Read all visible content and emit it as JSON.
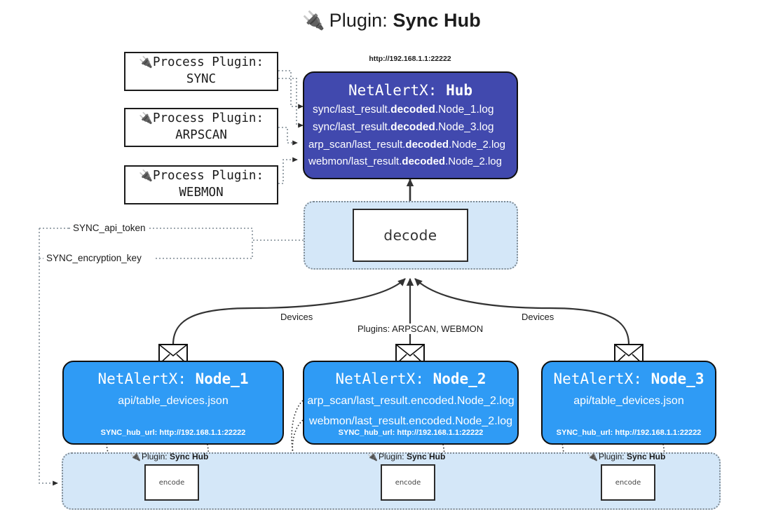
{
  "title": {
    "icon": "plug-icon",
    "prefix": "Plugin: ",
    "name": "Sync Hub"
  },
  "process_plugins": [
    {
      "icon": "plug-icon",
      "label": "Process Plugin:",
      "name": "SYNC"
    },
    {
      "icon": "plug-icon",
      "label": "Process Plugin:",
      "name": "ARPSCAN"
    },
    {
      "icon": "plug-icon",
      "label": "Process Plugin:",
      "name": "WEBMON"
    }
  ],
  "hub": {
    "url": "http://192.168.1.1:22222",
    "title_prefix": "NetAlertX: ",
    "title_name": "Hub",
    "logs": [
      {
        "pre": "sync/last_result.",
        "em": "decoded",
        "post": ".Node_1.log"
      },
      {
        "pre": "sync/last_result.",
        "em": "decoded",
        "post": ".Node_3.log"
      },
      {
        "pre": "arp_scan/last_result.",
        "em": "decoded",
        "post": ".Node_2.log"
      },
      {
        "pre": "webmon/last_result.",
        "em": "decoded",
        "post": ".Node_2.log"
      }
    ]
  },
  "decode": {
    "label": "decode"
  },
  "secrets": [
    {
      "label": "SYNC_api_token"
    },
    {
      "label": "SYNC_encryption_key"
    }
  ],
  "edge_labels": {
    "devices_left": "Devices",
    "devices_right": "Devices",
    "plugins_center": "Plugins: ARPSCAN, WEBMON"
  },
  "nodes": [
    {
      "icon": "envelope-icon",
      "title_prefix": "NetAlertX: ",
      "title_name": "Node_1",
      "lines": [
        "api/table_devices.json"
      ],
      "footer": "SYNC_hub_url: http://192.168.1.1:22222"
    },
    {
      "icon": "envelope-icon",
      "title_prefix": "NetAlertX: ",
      "title_name": "Node_2",
      "lines": [
        "arp_scan/last_result.encoded.Node_2.log",
        "webmon/last_result.encoded.Node_2.log"
      ],
      "footer": "SYNC_hub_url: http://192.168.1.1:22222"
    },
    {
      "icon": "envelope-icon",
      "title_prefix": "NetAlertX: ",
      "title_name": "Node_3",
      "lines": [
        "api/table_devices.json"
      ],
      "footer": "SYNC_hub_url: http://192.168.1.1:22222"
    }
  ],
  "encoders": [
    {
      "icon": "plug-icon",
      "caption_prefix": "Plugin: ",
      "caption_name": "Sync Hub",
      "label": "encode"
    },
    {
      "icon": "plug-icon",
      "caption_prefix": "Plugin: ",
      "caption_name": "Sync Hub",
      "label": "encode"
    },
    {
      "icon": "plug-icon",
      "caption_prefix": "Plugin: ",
      "caption_name": "Sync Hub",
      "label": "encode"
    }
  ],
  "colors": {
    "hub": "#4149ae",
    "node": "#2f9bf5",
    "container": "#d4e7f8",
    "stroke": "#101010",
    "dotted": "#7f8a93"
  }
}
